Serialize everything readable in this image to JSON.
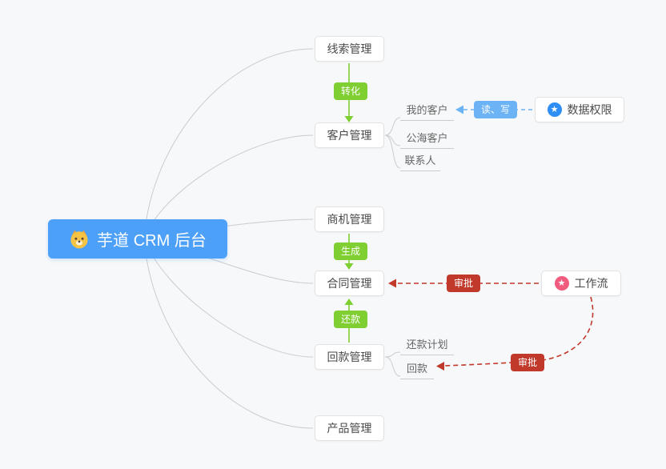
{
  "root": {
    "label": "芋道 CRM 后台"
  },
  "nodes": {
    "leads": "线索管理",
    "customers": "客户管理",
    "opportunity": "商机管理",
    "contract": "合同管理",
    "receivable": "回款管理",
    "product": "产品管理",
    "data_permission": "数据权限",
    "workflow": "工作流"
  },
  "subnodes": {
    "my_customers": "我的客户",
    "public_customers": "公海客户",
    "contacts": "联系人",
    "repayment_plan": "还款计划",
    "payment": "回款"
  },
  "edge_labels": {
    "convert": "转化",
    "generate": "生成",
    "repay": "还款",
    "read_write": "读、写",
    "approve_contract": "审批",
    "approve_receivable": "审批"
  },
  "icons": {
    "root": "dog-face-icon",
    "data_permission": "star-icon",
    "workflow": "star-icon",
    "star_glyph": "★"
  },
  "colors": {
    "background": "#f7f8fa",
    "root_bg": "#4da0f8",
    "node_border": "#e2e2e2",
    "edge_gray": "#c9ccd1",
    "green": "#7fce32",
    "blue": "#6cb3f5",
    "red": "#c0392b",
    "star_blue": "#2f8ef5",
    "star_pink": "#f05b7e"
  }
}
